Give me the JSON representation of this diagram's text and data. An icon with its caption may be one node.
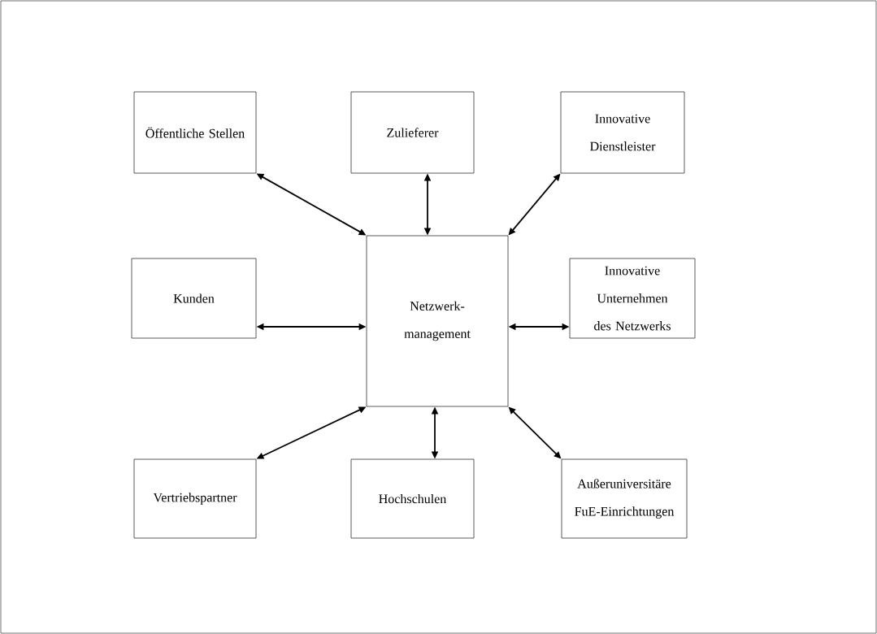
{
  "diagram": {
    "nodes": [
      {
        "text": [
          "Öffentliche Stellen"
        ]
      },
      {
        "text": [
          "Zulieferer"
        ]
      },
      {
        "text": [
          "Innovative Dienstleister"
        ]
      },
      {
        "text": [
          "Kunden"
        ]
      },
      {
        "text": [
          "Netzwerk- management"
        ]
      },
      {
        "text": [
          "Innovative Unternehmen des Netzwerks"
        ]
      },
      {
        "text": [
          "Vertriebspartner"
        ]
      },
      {
        "text": [
          "Hochschulen"
        ]
      },
      {
        "text": [
          "Außeruniversitäre FuE-Einrichtungen"
        ]
      }
    ],
    "edges": [
      {
        "from": 4,
        "to": 0,
        "arrow": "both"
      },
      {
        "from": 4,
        "to": 1,
        "arrow": "both"
      },
      {
        "from": 4,
        "to": 2,
        "arrow": "both"
      },
      {
        "from": 4,
        "to": 3,
        "arrow": "both"
      },
      {
        "from": 4,
        "to": 5,
        "arrow": "both"
      },
      {
        "from": 4,
        "to": 6,
        "arrow": "both"
      },
      {
        "from": 4,
        "to": 7,
        "arrow": "both"
      },
      {
        "from": 4,
        "to": 8,
        "arrow": "both"
      }
    ]
  }
}
